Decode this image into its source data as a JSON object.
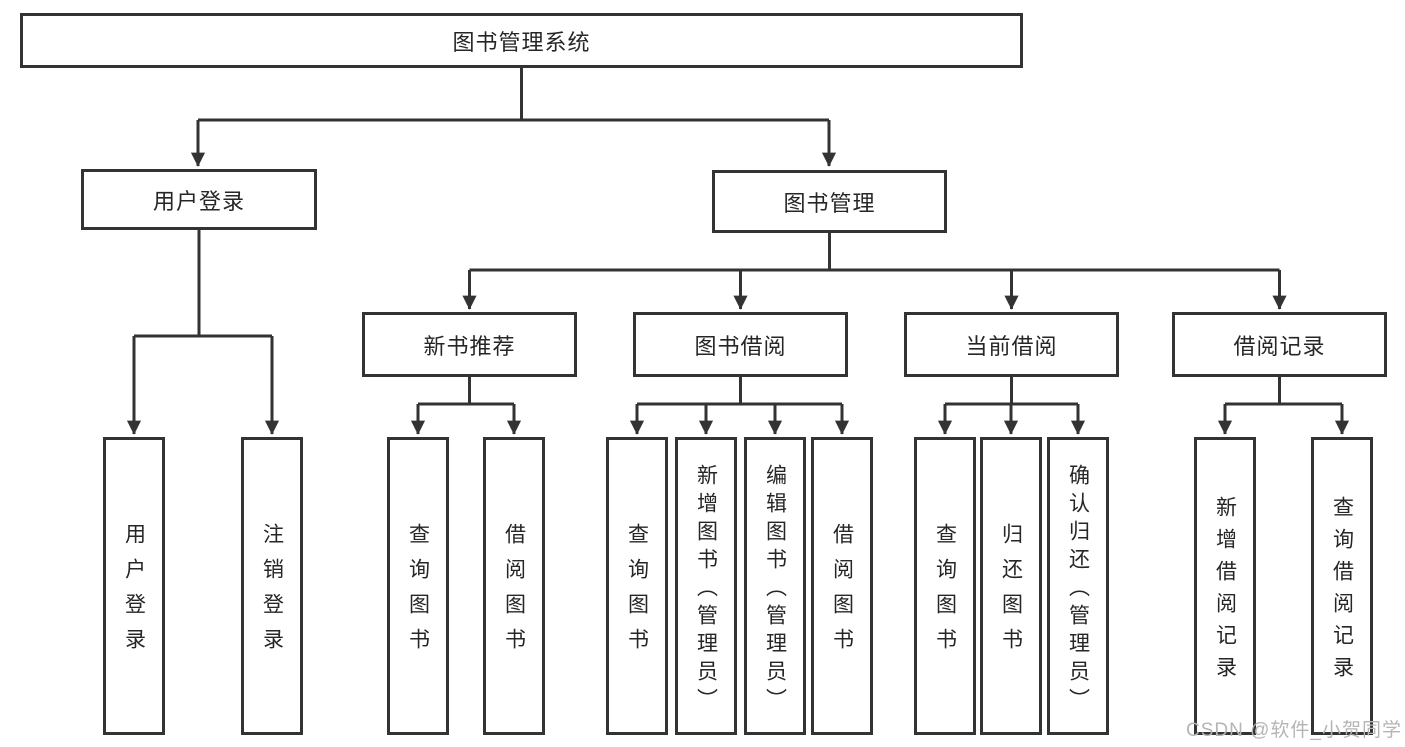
{
  "colors": {
    "line": "#333333",
    "text": "#262626",
    "box_background": "#ffffff",
    "watermark": "#b5b5b5"
  },
  "tree": {
    "root": {
      "label": "图书管理系统"
    },
    "user": {
      "label": "用户登录",
      "children": [
        {
          "label": "用户登录"
        },
        {
          "label": "注销登录"
        }
      ]
    },
    "books": {
      "label": "图书管理",
      "sections": [
        {
          "label": "新书推荐",
          "children": [
            {
              "label": "查询图书"
            },
            {
              "label": "借阅图书"
            }
          ]
        },
        {
          "label": "图书借阅",
          "children": [
            {
              "label": "查询图书"
            },
            {
              "label": "新增图书（管理员）"
            },
            {
              "label": "编辑图书（管理员）"
            },
            {
              "label": "借阅图书"
            }
          ]
        },
        {
          "label": "当前借阅",
          "children": [
            {
              "label": "查询图书"
            },
            {
              "label": "归还图书"
            },
            {
              "label": "确认归还（管理员）"
            }
          ]
        },
        {
          "label": "借阅记录",
          "children": [
            {
              "label": "新增借阅记录"
            },
            {
              "label": "查询借阅记录"
            }
          ]
        }
      ]
    }
  },
  "watermark": "CSDN @软件_小贺同学"
}
